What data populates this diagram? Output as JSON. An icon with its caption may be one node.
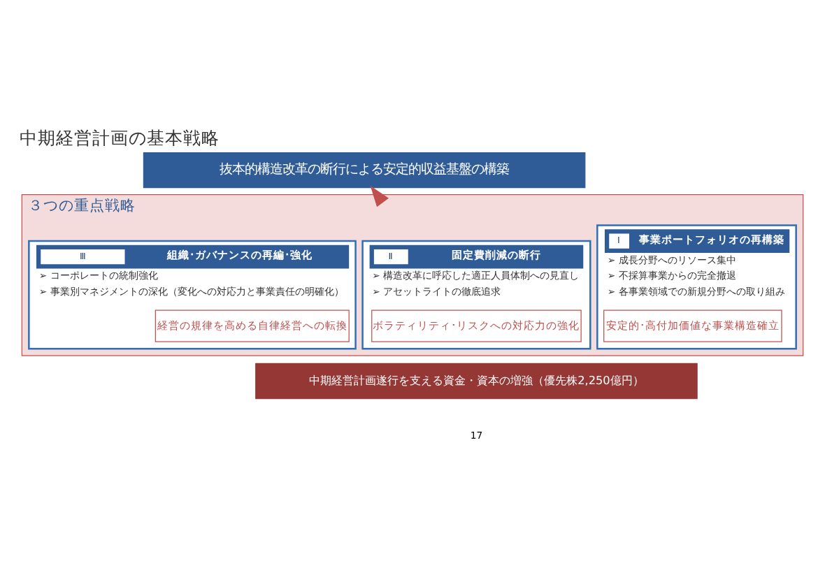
{
  "diagram": {
    "title": "中期経営計画の基本戦略",
    "nodes": [
      {
        "text": [
          "抜本的構造改革の断行による安定的収益基盤の構築"
        ]
      },
      {
        "text": [
          "３つの重点戦略"
        ]
      },
      {
        "text": [
          "Ⅰ",
          "事業ポートフォリオの再構築",
          "➢ 成長分野へのリソース集中",
          "➢ 不採算事業からの完全撤退",
          "➢ 各事業領域での新規分野への取り組み"
        ],
        "in": 1
      },
      {
        "text": [
          "安定的･高付加価値な事業構造確立"
        ],
        "in": 2
      },
      {
        "text": [
          "Ⅱ",
          "固定費削減の断行",
          "➢ 構造改革に呼応した適正人員体制への見直し",
          "➢ アセットライトの徹底追求"
        ],
        "in": 1
      },
      {
        "text": [
          "ボラティリティ･リスクへの対応力の強化"
        ],
        "in": 4
      },
      {
        "text": [
          "Ⅲ",
          "組織･ガバナンスの再編･強化",
          "➢ コーポレートの統制強化",
          "➢ 事業別マネジメントの深化（変化への対応力と事業責任の明確化）"
        ],
        "in": 1
      },
      {
        "text": [
          "経営の規律を高める自律経営への転換"
        ],
        "in": 6
      },
      {
        "text": [
          "中期経営計画遂行を支える資金・資本の増強（優先株2,250億円）"
        ]
      }
    ],
    "edges": [
      {
        "from": 1,
        "to": 0,
        "arrow": "to"
      }
    ],
    "labels": [
      "17"
    ]
  }
}
